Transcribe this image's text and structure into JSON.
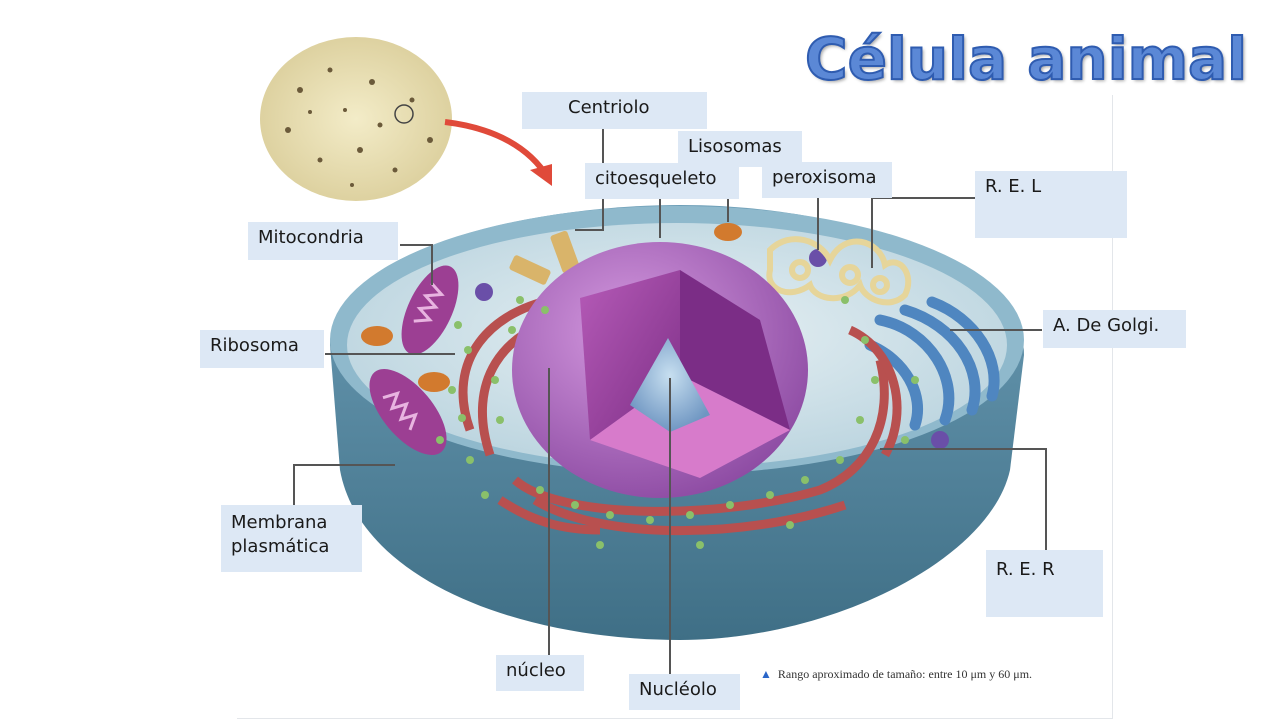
{
  "title": "Célula animal",
  "labels": {
    "centriolo": "Centriolo",
    "lisosomas": "Lisosomas",
    "citoesqueleto": "citoesqueleto",
    "peroxisoma": "peroxisoma",
    "rel": "R. E. L",
    "mitocondria": "Mitocondria",
    "golgi": "A. De Golgi.",
    "ribosoma": "Ribosoma",
    "membrana_line1": "Membrana",
    "membrana_line2": "plasmática",
    "rer": "R. E. R",
    "nucleo": "núcleo",
    "nucleolo": "Nucléolo"
  },
  "caption": "Rango aproximado de tamaño: entre 10 μm y 60 μm.",
  "colors": {
    "title_fill": "#5b88d6",
    "label_bg": "#dde8f5",
    "membrane": "#5f93ad",
    "nucleus": "#a060b8",
    "rer": "#b8504f",
    "golgi": "#4f86c0",
    "mitochondria": "#9c3f93",
    "ribosome": "#8ac06a"
  }
}
